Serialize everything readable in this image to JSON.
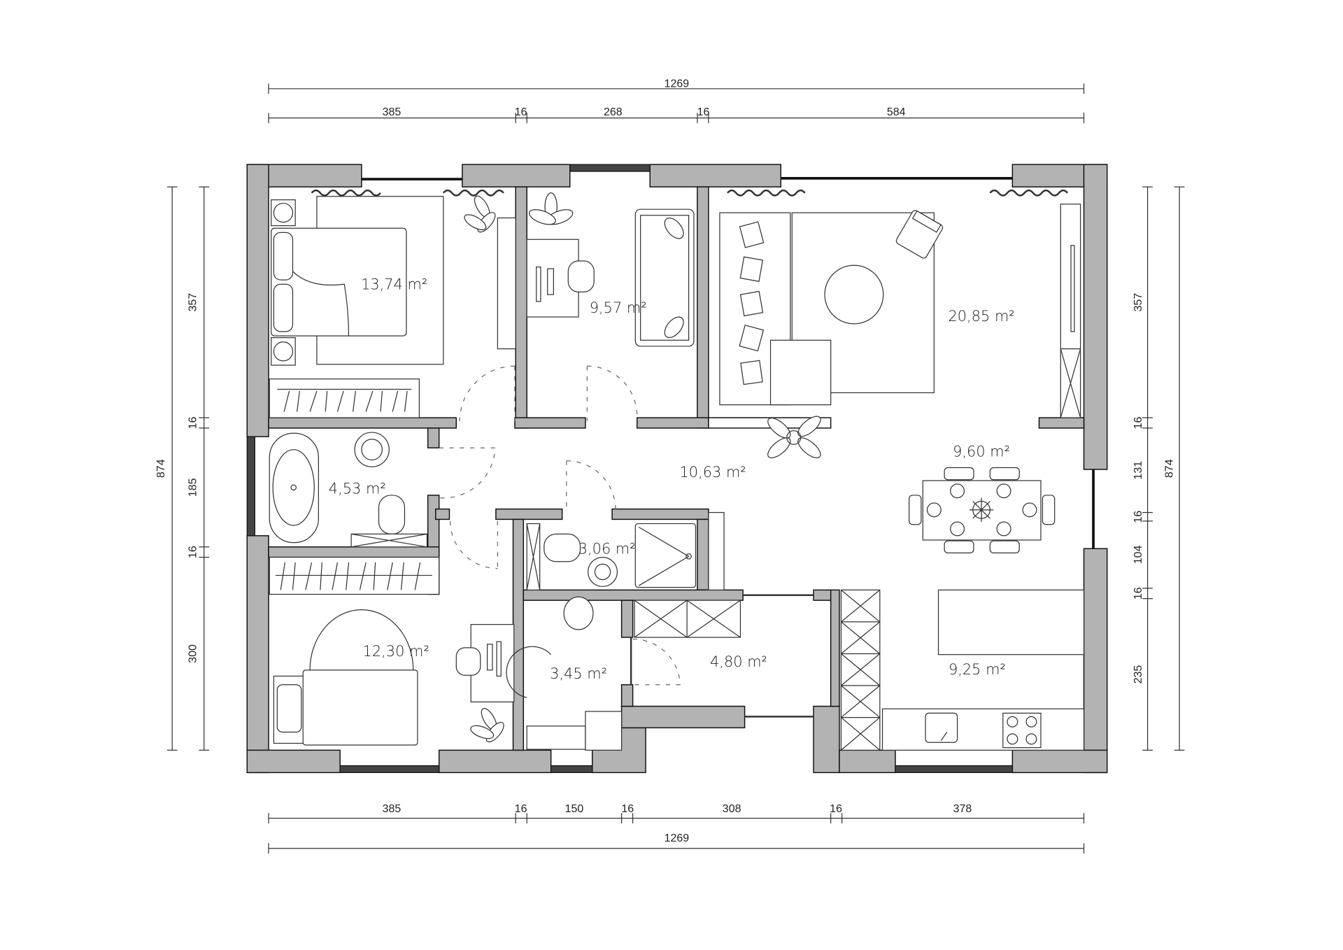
{
  "plan": {
    "dimensions": {
      "top_total": "1269",
      "top_segments": [
        "385",
        "16",
        "268",
        "16",
        "584"
      ],
      "bottom_segments": [
        "385",
        "16",
        "150",
        "16",
        "308",
        "16",
        "378"
      ],
      "bottom_total": "1269",
      "left_segments": [
        "357",
        "16",
        "185",
        "16",
        "300"
      ],
      "left_total": "874",
      "right_segments": [
        "357",
        "16",
        "131",
        "16",
        "104",
        "16",
        "235"
      ],
      "right_total": "874"
    },
    "rooms": {
      "bedroom_1": "13,74 m²",
      "study": "9,57 m²",
      "living": "20,85 m²",
      "bathroom_1": "4,53 m²",
      "hall": "10,63 m²",
      "dining": "9,60 m²",
      "bathroom_2": "3,06 m²",
      "bedroom_2": "12,30 m²",
      "bathroom_3": "3,45 m²",
      "entrance": "4,80 m²",
      "kitchen": "9,25 m²"
    }
  }
}
